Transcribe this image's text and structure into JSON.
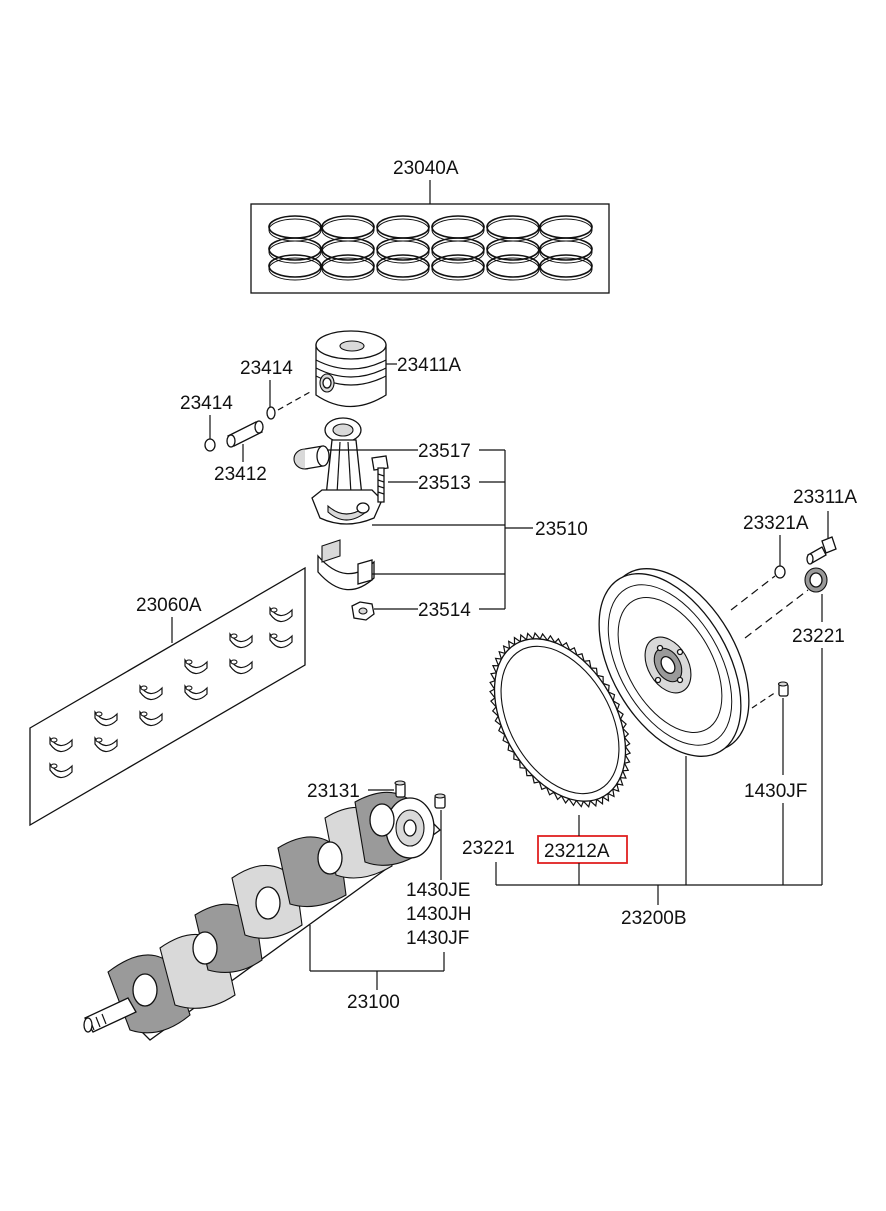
{
  "parts": {
    "ring_set": "23040A",
    "piston": "23411A",
    "snap_ring_upper": "23414",
    "snap_ring_lower": "23414",
    "piston_pin": "23412",
    "bushing": "23517",
    "bolt": "23513",
    "connecting_rod": "23510",
    "nut": "23514",
    "main_bearing_set": "23060A",
    "crank_key": "23131",
    "crankshaft_pins_1": "1430JE",
    "crankshaft_pins_2": "1430JH",
    "crankshaft_pins_3": "1430JF",
    "crankshaft_assy": "23100",
    "flywheel_bolt": "23311A",
    "washer": "23321A",
    "seal_upper": "23221",
    "dowel_pin": "1430JF",
    "seal_left": "23221",
    "ring_gear": "23212A",
    "flywheel_assy": "23200B"
  },
  "highlight": {
    "part": "ring_gear",
    "color": "#e02020"
  }
}
